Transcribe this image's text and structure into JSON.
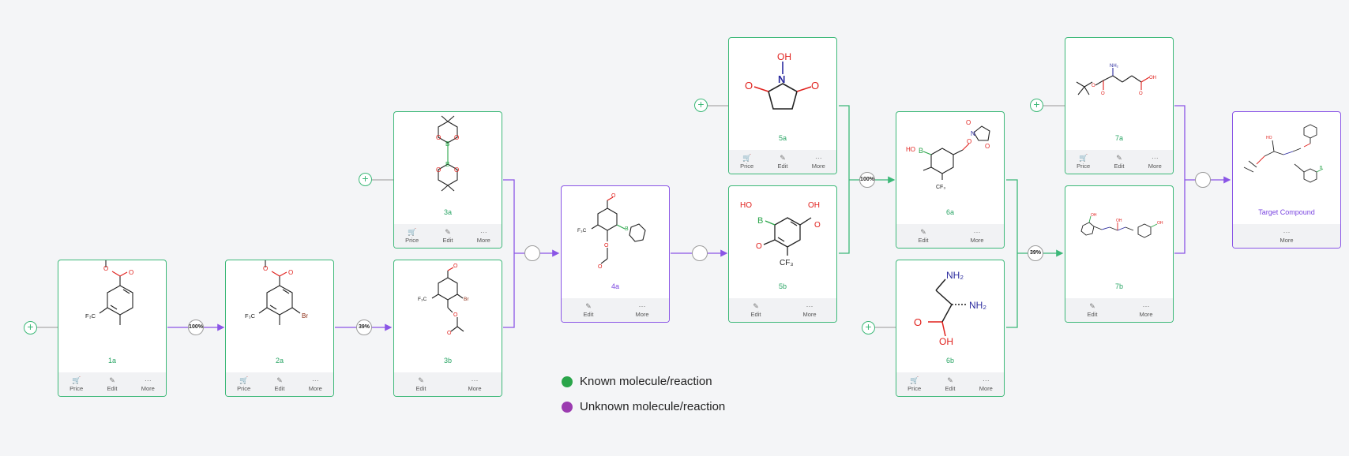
{
  "colors": {
    "known": "#3cb878",
    "unknown": "#8a55e6",
    "oxygen": "#e0201c",
    "nitrogen": "#2a2a9e",
    "boron": "#2aa54a"
  },
  "actions": {
    "price": "Price",
    "edit": "Edit",
    "more": "More"
  },
  "icons": {
    "price": "cart-icon",
    "edit": "edit-icon",
    "more": "more-icon",
    "add": "plus-icon"
  },
  "molecules": {
    "m1a": {
      "label": "1a",
      "cf3": "F₃C"
    },
    "m2a": {
      "label": "2a",
      "cf3": "F₃C",
      "br": "Br"
    },
    "m3a": {
      "label": "3a"
    },
    "m3b": {
      "label": "3b",
      "cf3": "F₃C",
      "br": "Br"
    },
    "m4a": {
      "label": "4a",
      "cf3": "F₃C"
    },
    "m5a": {
      "label": "5a",
      "oh": "OH",
      "n": "N"
    },
    "m5b": {
      "label": "5b",
      "ho": "HO",
      "b": "B",
      "oh": "OH",
      "cf3": "CF₃"
    },
    "m6a": {
      "label": "6a",
      "ho": "HO",
      "b": "B",
      "n": "N",
      "cf3": "CF₃"
    },
    "m6b": {
      "label": "6b",
      "nh2a": "NH₂",
      "nh2b": "NH₂",
      "oh": "OH"
    },
    "m7a": {
      "label": "7a",
      "nh2": "NH₂",
      "oh": "OH"
    },
    "m7b": {
      "label": "7b"
    },
    "target": {
      "label": "Target Compound"
    }
  },
  "yields": {
    "y1": "100%",
    "y2": "39%",
    "y5": "100%",
    "y6": "39%",
    "y3": "",
    "y4": "",
    "y7": ""
  },
  "legend": {
    "known": "Known molecule/reaction",
    "unknown": "Unknown molecule/reaction"
  }
}
